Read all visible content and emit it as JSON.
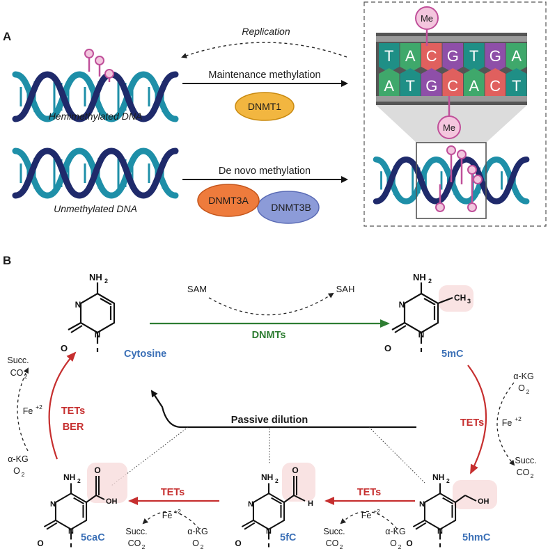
{
  "panels": {
    "a": "A",
    "b": "B"
  },
  "panel_a": {
    "replication": "Replication",
    "maintenance": "Maintenance methylation",
    "denovo": "De novo methylation",
    "hemi": "Hemimethylated DNA",
    "unmeth": "Unmethylated DNA",
    "dnmt1": "DNMT1",
    "dnmt3a": "DNMT3A",
    "dnmt3b": "DNMT3B",
    "me": "Me",
    "top_strand": [
      "T",
      "A",
      "C",
      "G",
      "T",
      "G",
      "A"
    ],
    "bottom_strand": [
      "A",
      "T",
      "G",
      "C",
      "A",
      "C",
      "T"
    ]
  },
  "panel_b": {
    "sam": "SAM",
    "sah": "SAH",
    "dnmts": "DNMTs",
    "passive": "Passive dilution",
    "tets": "TETs",
    "ber": "BER",
    "fe": "Fe",
    "fe_sup": "+2",
    "akg": "α-KG",
    "o2": "O",
    "o2_sub": "2",
    "succ": "Succ.",
    "co2": "CO",
    "co2_sub": "2",
    "nh2": "NH",
    "nh2_sub": "2",
    "ch3": "CH",
    "ch3_sub": "3",
    "n": "N",
    "o": "O",
    "oh": "OH",
    "h": "H",
    "cytosine": "Cytosine",
    "m5c": "5mC",
    "hmc": "5hmC",
    "fc": "5fC",
    "cac": "5caC"
  },
  "colors": {
    "dna_dark": "#1f2a6b",
    "dna_teal": "#1e8fa8",
    "me_pink": "#e37fb0",
    "green": "#2e7d32",
    "red": "#c62f2f",
    "blue": "#3a6fb6",
    "dnmt1": "#f2b640",
    "dnmt3a": "#ee7b3c",
    "dnmt3b": "#8c9bd8"
  }
}
